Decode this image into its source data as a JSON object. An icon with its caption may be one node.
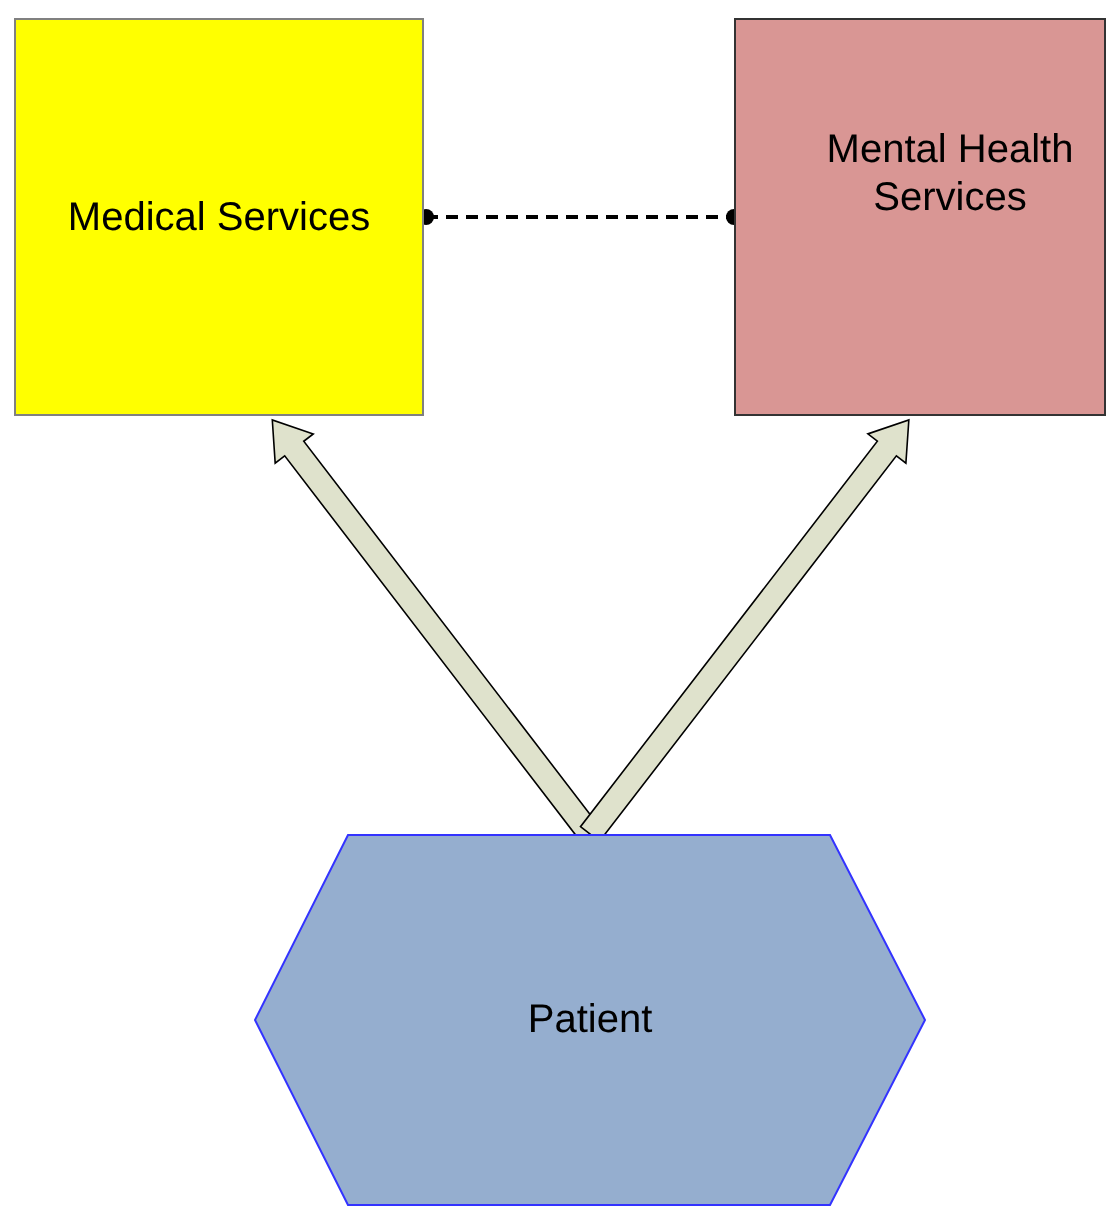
{
  "diagram": {
    "nodes": [
      {
        "text": [
          "Medical Services"
        ]
      },
      {
        "text": [
          "Mental Health Services"
        ]
      },
      {
        "text": [
          "Patient"
        ]
      }
    ],
    "edges": [
      {
        "from": 0,
        "to": 1,
        "arrow": "other",
        "style": "dashed"
      },
      {
        "from": 2,
        "to": 0,
        "arrow": "to",
        "style": "thick"
      },
      {
        "from": 2,
        "to": 1,
        "arrow": "to",
        "style": "thick"
      }
    ]
  }
}
